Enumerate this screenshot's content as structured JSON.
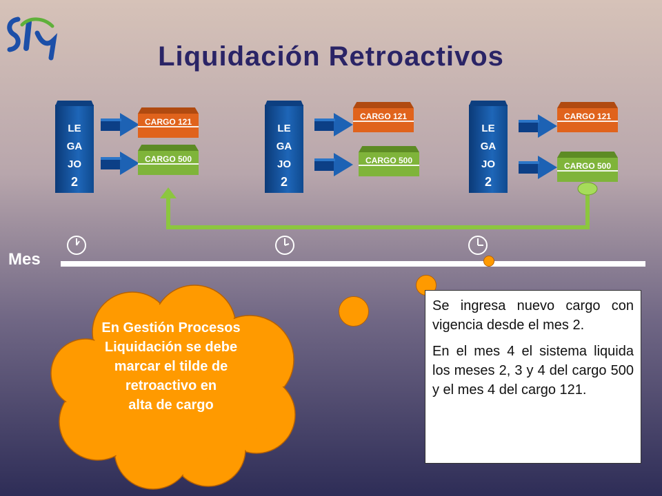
{
  "title": "Liquidación Retroactivos",
  "logo": {
    "text": "SI",
    "icon": "si-logo"
  },
  "legajo": {
    "line1": "LE",
    "line2": "GA",
    "line3": "JO",
    "number": "2"
  },
  "cargos": {
    "c121": "CARGO 121",
    "c500": "CARGO 500"
  },
  "timeline": {
    "label": "Mes"
  },
  "cloud_text": {
    "line1": "En Gestión Procesos",
    "line2": "Liquidación se debe",
    "line3": "marcar el tilde de",
    "line4": "retroactivo en",
    "line5": "alta de cargo"
  },
  "info": {
    "p1": "Se ingresa nuevo cargo con vigencia desde el mes 2.",
    "p2": "En el mes 4 el sistema liquida los meses 2, 3 y 4 del cargo 500 y el mes 4 del cargo 121."
  },
  "colors": {
    "title": "#2a2466",
    "legajo": "#1e66b8",
    "cargo121": "#e0631c",
    "cargo500": "#7fb43a",
    "connector": "#8cc63f",
    "bubble": "#ff9a00"
  }
}
